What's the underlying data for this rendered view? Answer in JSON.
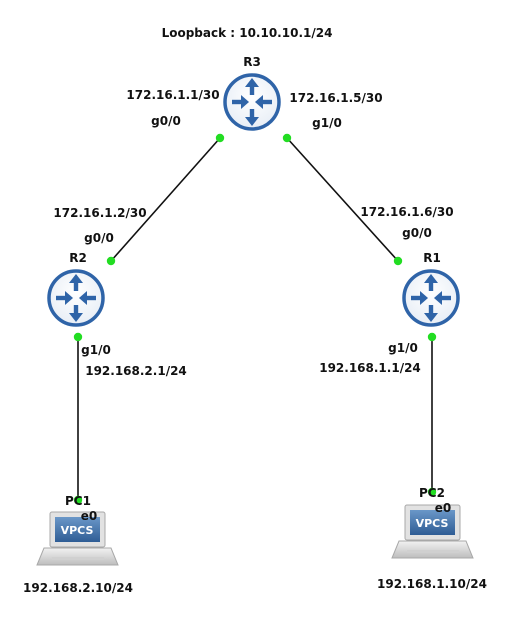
{
  "loopback": "Loopback : 10.10.10.1/24",
  "colors": {
    "router": "#2f64a8",
    "link": "#111111",
    "port": "#22dd22",
    "pc_screen": "#3c6ea8"
  },
  "routers": {
    "r3": {
      "name": "R3",
      "icon": "router-icon"
    },
    "r2": {
      "name": "R2",
      "icon": "router-icon"
    },
    "r1": {
      "name": "R1",
      "icon": "router-icon"
    }
  },
  "pcs": {
    "pc1": {
      "name": "PC1",
      "screen_text": "VPCS",
      "port": "e0",
      "ip": "192.168.2.10/24",
      "icon": "pc-icon"
    },
    "pc2": {
      "name": "PC2",
      "screen_text": "VPCS",
      "port": "e0",
      "ip": "192.168.1.10/24",
      "icon": "pc-icon"
    }
  },
  "links": {
    "r3_r2": {
      "r3_ip": "172.16.1.1/30",
      "r3_if": "g0/0",
      "r2_ip": "172.16.1.2/30",
      "r2_if": "g0/0"
    },
    "r3_r1": {
      "r3_ip": "172.16.1.5/30",
      "r3_if": "g1/0",
      "r1_ip": "172.16.1.6/30",
      "r1_if": "g0/0"
    },
    "r2_pc1": {
      "r2_if": "g1/0",
      "r2_ip": "192.168.2.1/24"
    },
    "r1_pc2": {
      "r1_if": "g1/0",
      "r1_ip": "192.168.1.1/24"
    }
  }
}
